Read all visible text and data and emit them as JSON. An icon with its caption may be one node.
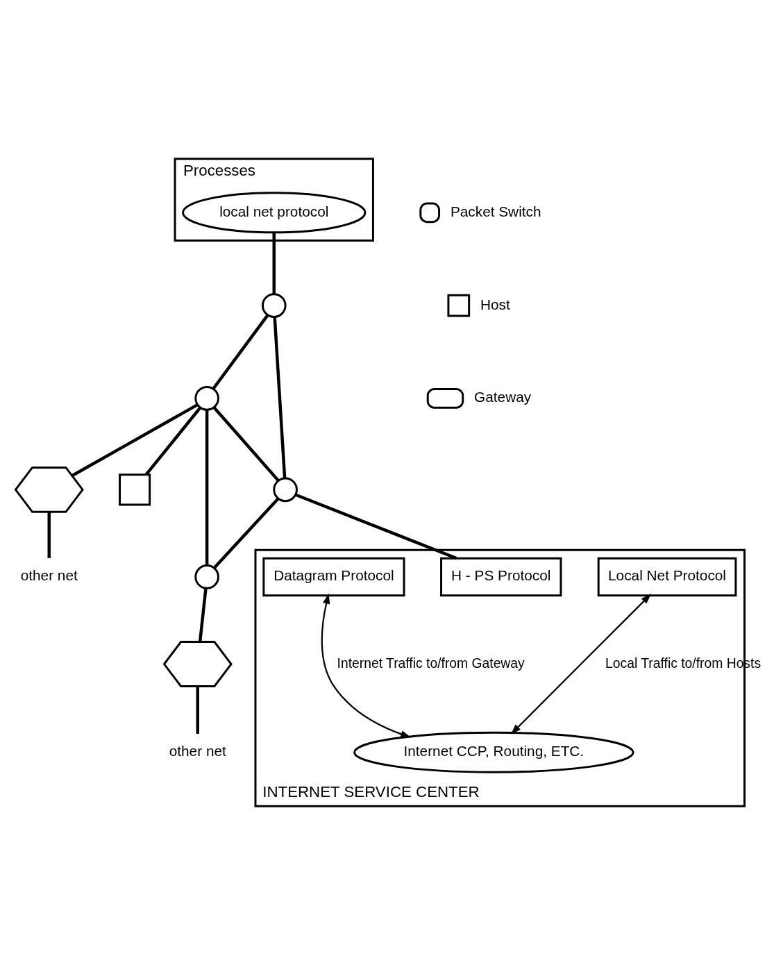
{
  "diagram": {
    "nodes": [
      {
        "text": [
          "Processes"
        ]
      },
      {
        "text": [
          "local net protocol"
        ],
        "in": 0
      },
      {
        "text": [],
        "shape": "circle"
      },
      {
        "text": [],
        "shape": "circle"
      },
      {
        "text": [],
        "shape": "hexagon"
      },
      {
        "text": [],
        "shape": "box"
      },
      {
        "text": [],
        "shape": "circle"
      },
      {
        "text": [],
        "shape": "circle"
      },
      {
        "text": [],
        "shape": "hexagon"
      },
      {
        "text": [
          "other net"
        ]
      },
      {
        "text": [
          "other net"
        ]
      },
      {
        "text": [
          "INTERNET SERVICE CENTER"
        ]
      },
      {
        "text": [
          "Local Net Protocol"
        ],
        "in": 11
      },
      {
        "text": [
          "H - PS Protocol"
        ],
        "in": 11
      },
      {
        "text": [
          "Datagram Protocol"
        ],
        "in": 11
      },
      {
        "text": [
          "Internet CCP, Routing, ETC."
        ],
        "in": 11
      }
    ],
    "edges": [
      {
        "from": 1,
        "to": 2,
        "arrow": "none"
      },
      {
        "from": 2,
        "to": 3,
        "arrow": "none"
      },
      {
        "from": 2,
        "to": 6,
        "arrow": "none"
      },
      {
        "from": 3,
        "to": 6,
        "arrow": "none"
      },
      {
        "from": 3,
        "to": 5,
        "arrow": "none"
      },
      {
        "from": 3,
        "to": 4,
        "arrow": "none"
      },
      {
        "from": 3,
        "to": 7,
        "arrow": "none"
      },
      {
        "from": 6,
        "to": 7,
        "arrow": "none"
      },
      {
        "from": 7,
        "to": 8,
        "arrow": "none"
      },
      {
        "from": 4,
        "to": 9,
        "arrow": "none"
      },
      {
        "from": 8,
        "to": 10,
        "arrow": "none"
      },
      {
        "from": 6,
        "to": 13,
        "arrow": "none"
      },
      {
        "from": 12,
        "to": 15,
        "arrow": "both",
        "label": "Local Traffic to/from Hosts"
      },
      {
        "from": 14,
        "to": 15,
        "arrow": "both",
        "label": "Internet Traffic to/from Gateway"
      }
    ],
    "legend": [
      {
        "text": "Packet Switch"
      },
      {
        "text": "Host"
      },
      {
        "text": "Gateway"
      }
    ]
  }
}
